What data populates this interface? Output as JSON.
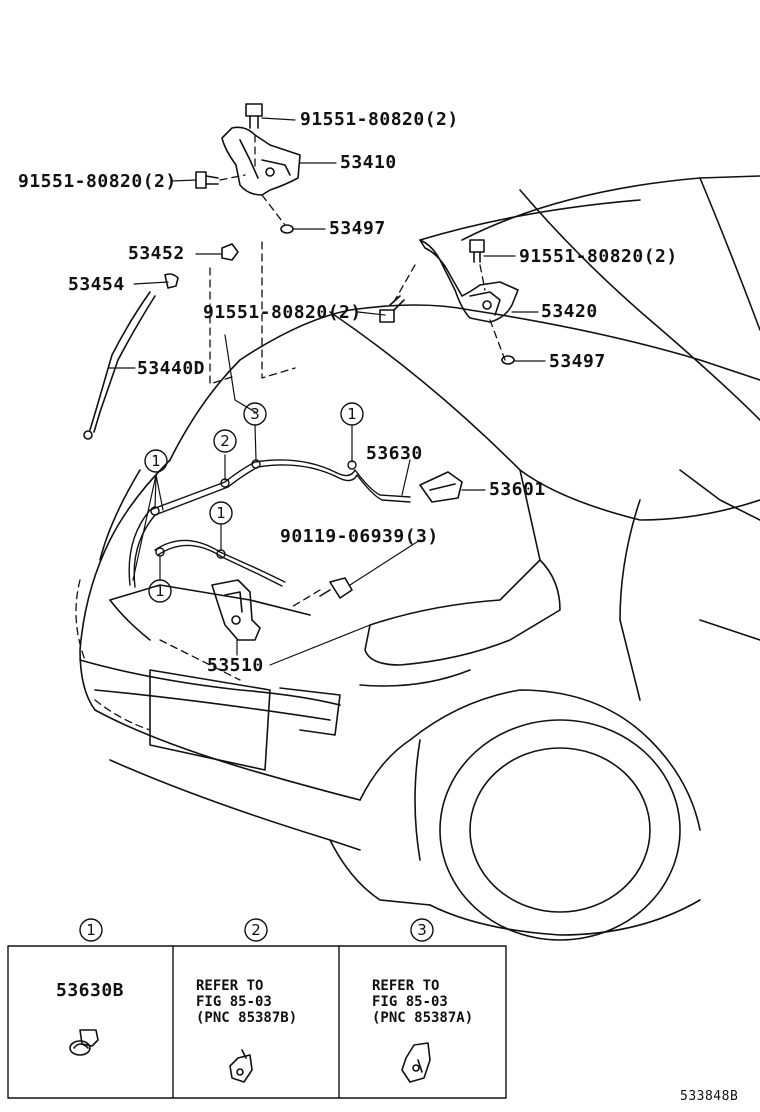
{
  "labels": {
    "p91551_top": "91551-80820(2)",
    "p91551_left": "91551-80820(2)",
    "p53410": "53410",
    "p53497_a": "53497",
    "p53452": "53452",
    "p53454": "53454",
    "p91551_right": "91551-80820(2)",
    "p91551_mid": "91551-80820(2)",
    "p53420": "53420",
    "p53497_b": "53497",
    "p53440D": "53440D",
    "p53630": "53630",
    "p53601": "53601",
    "p90119": "90119-06939(3)",
    "p53510": "53510"
  },
  "callouts": {
    "c1": "1",
    "c2": "2",
    "c3": "3"
  },
  "legend": {
    "panel1": {
      "number": "1",
      "part": "53630B"
    },
    "panel2": {
      "number": "2",
      "line1": "REFER TO",
      "line2": "FIG 85-03",
      "line3": "(PNC 85387B)"
    },
    "panel3": {
      "number": "3",
      "line1": "REFER TO",
      "line2": "FIG 85-03",
      "line3": "(PNC 85387A)"
    }
  },
  "figure_id": "533848B"
}
